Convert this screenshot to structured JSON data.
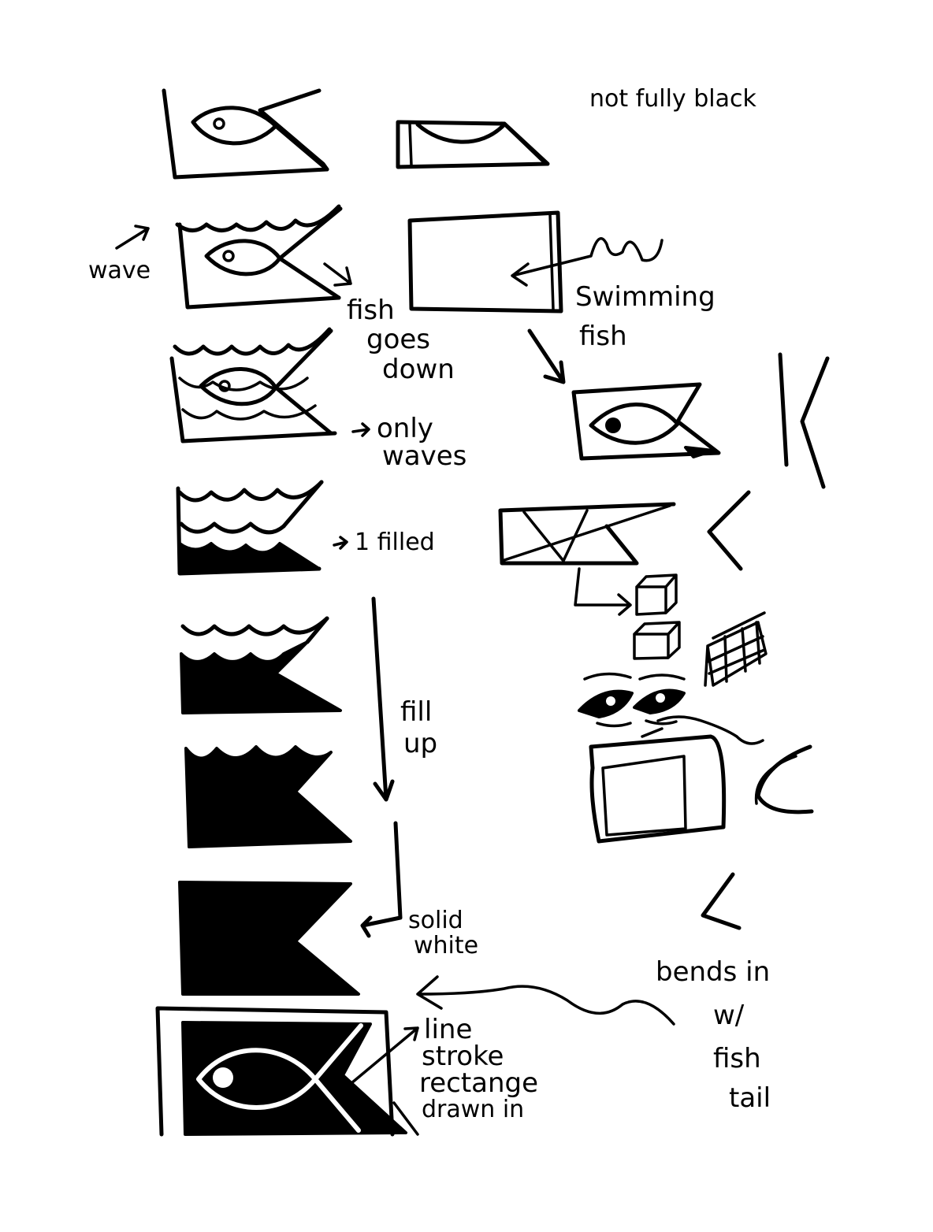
{
  "notes": {
    "not_fully_black": "not fully black",
    "wave": "wave",
    "fish_goes_down": [
      "fish",
      "goes",
      "down"
    ],
    "swimming_fish": [
      "Swimming",
      "fish"
    ],
    "only_waves": [
      "only",
      "waves"
    ],
    "one_filled": "1 filled",
    "fill_up": [
      "fill",
      "up"
    ],
    "solid_white": [
      "solid",
      "white"
    ],
    "line_stroke": [
      "line",
      "stroke",
      "rectange",
      "drawn in"
    ],
    "bends_in": [
      "bends in",
      "w/",
      "fish",
      "tail"
    ]
  },
  "colors": {
    "ink": "#000000",
    "paper": "#ffffff"
  }
}
